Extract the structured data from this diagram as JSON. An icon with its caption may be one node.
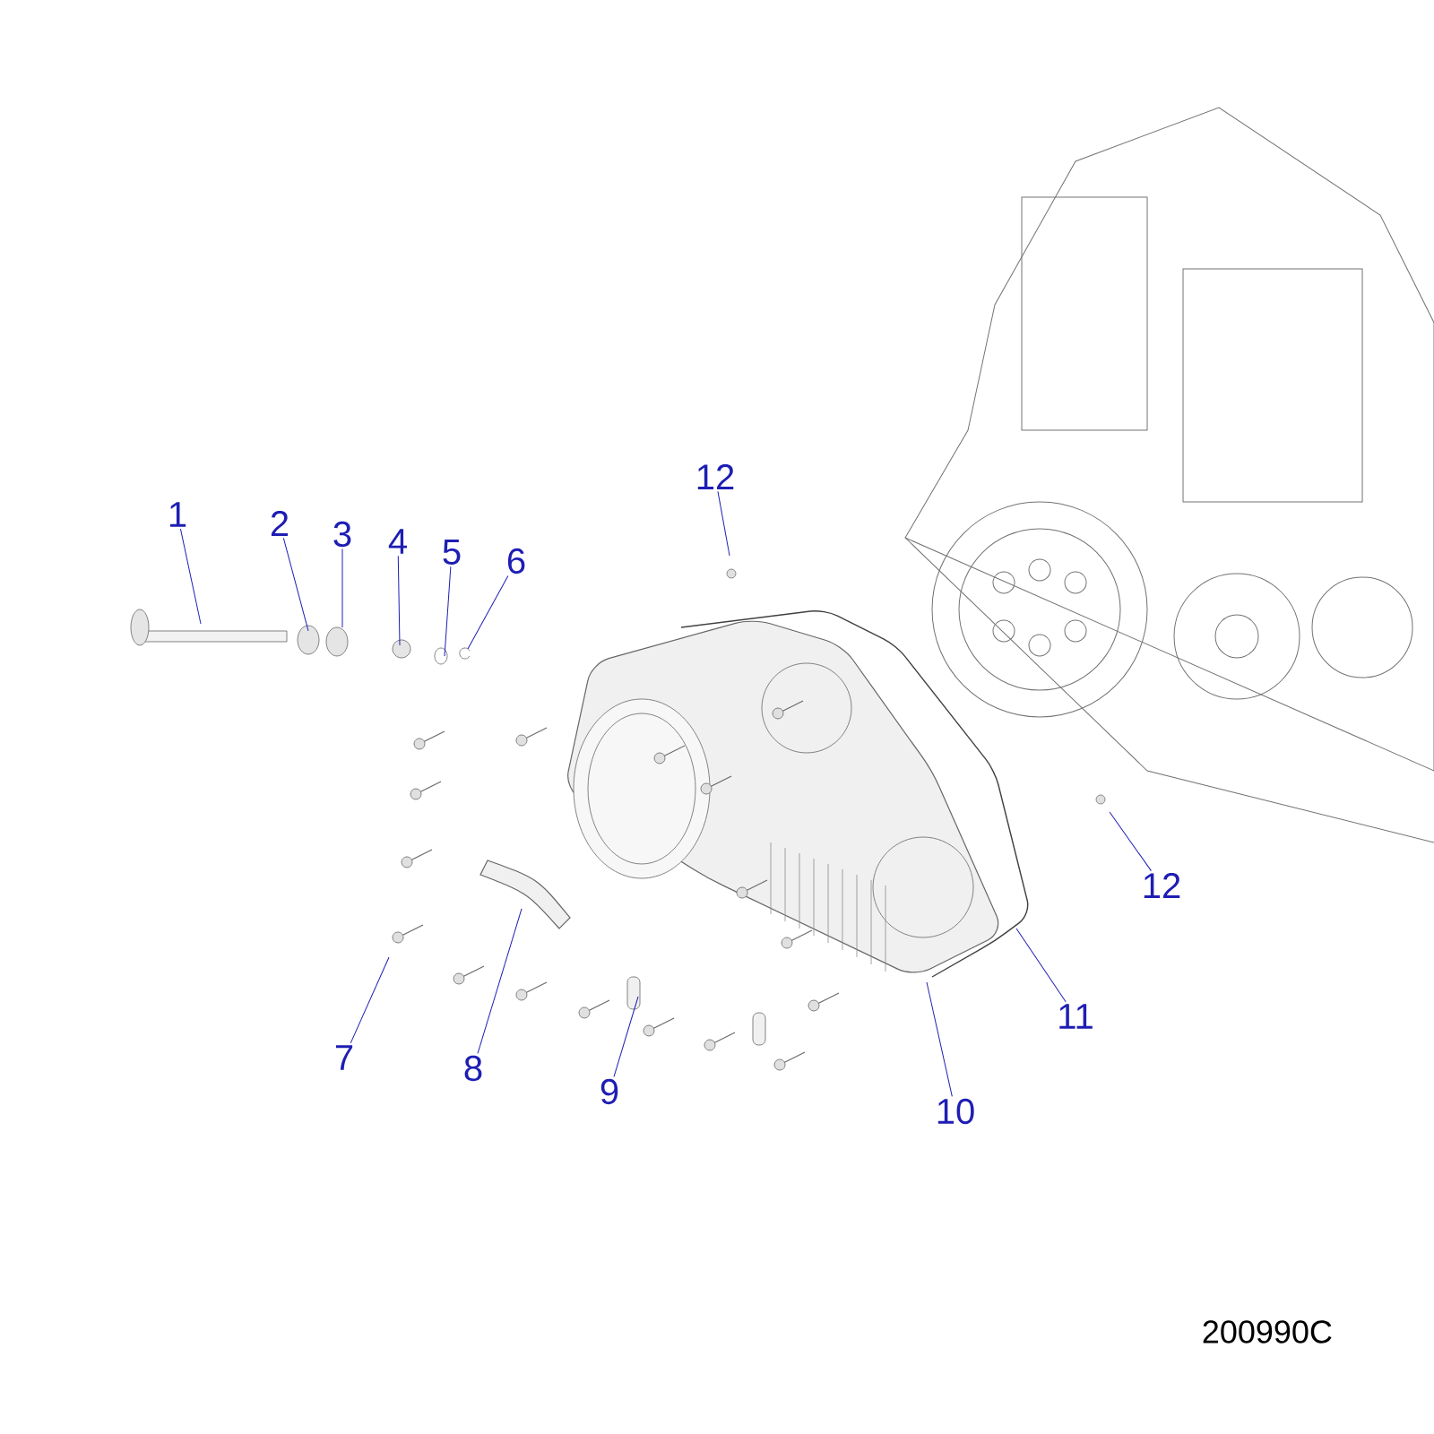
{
  "diagram": {
    "nodes": [
      {
        "text": [
          "1"
        ]
      },
      {
        "text": [
          "2"
        ]
      },
      {
        "text": [
          "3"
        ]
      },
      {
        "text": [
          "4"
        ]
      },
      {
        "text": [
          "5"
        ]
      },
      {
        "text": [
          "6"
        ]
      },
      {
        "text": [
          "7"
        ]
      },
      {
        "text": [
          "8"
        ]
      },
      {
        "text": [
          "9"
        ]
      },
      {
        "text": [
          "10"
        ]
      },
      {
        "text": [
          "11"
        ]
      },
      {
        "text": [
          "12"
        ]
      },
      {
        "text": [
          "12"
        ]
      }
    ],
    "edges": [
      {
        "from": 0,
        "to": null,
        "arrow": "none"
      },
      {
        "from": 1,
        "to": null,
        "arrow": "none"
      },
      {
        "from": 2,
        "to": null,
        "arrow": "none"
      },
      {
        "from": 3,
        "to": null,
        "arrow": "none"
      },
      {
        "from": 4,
        "to": null,
        "arrow": "none"
      },
      {
        "from": 5,
        "to": null,
        "arrow": "none"
      },
      {
        "from": 6,
        "to": null,
        "arrow": "none"
      },
      {
        "from": 7,
        "to": null,
        "arrow": "none"
      },
      {
        "from": 8,
        "to": null,
        "arrow": "none"
      },
      {
        "from": 9,
        "to": null,
        "arrow": "none"
      },
      {
        "from": 10,
        "to": null,
        "arrow": "none"
      },
      {
        "from": 11,
        "to": null,
        "arrow": "none"
      },
      {
        "from": 12,
        "to": null,
        "arrow": "none"
      }
    ],
    "labels": [
      "200990C"
    ]
  }
}
